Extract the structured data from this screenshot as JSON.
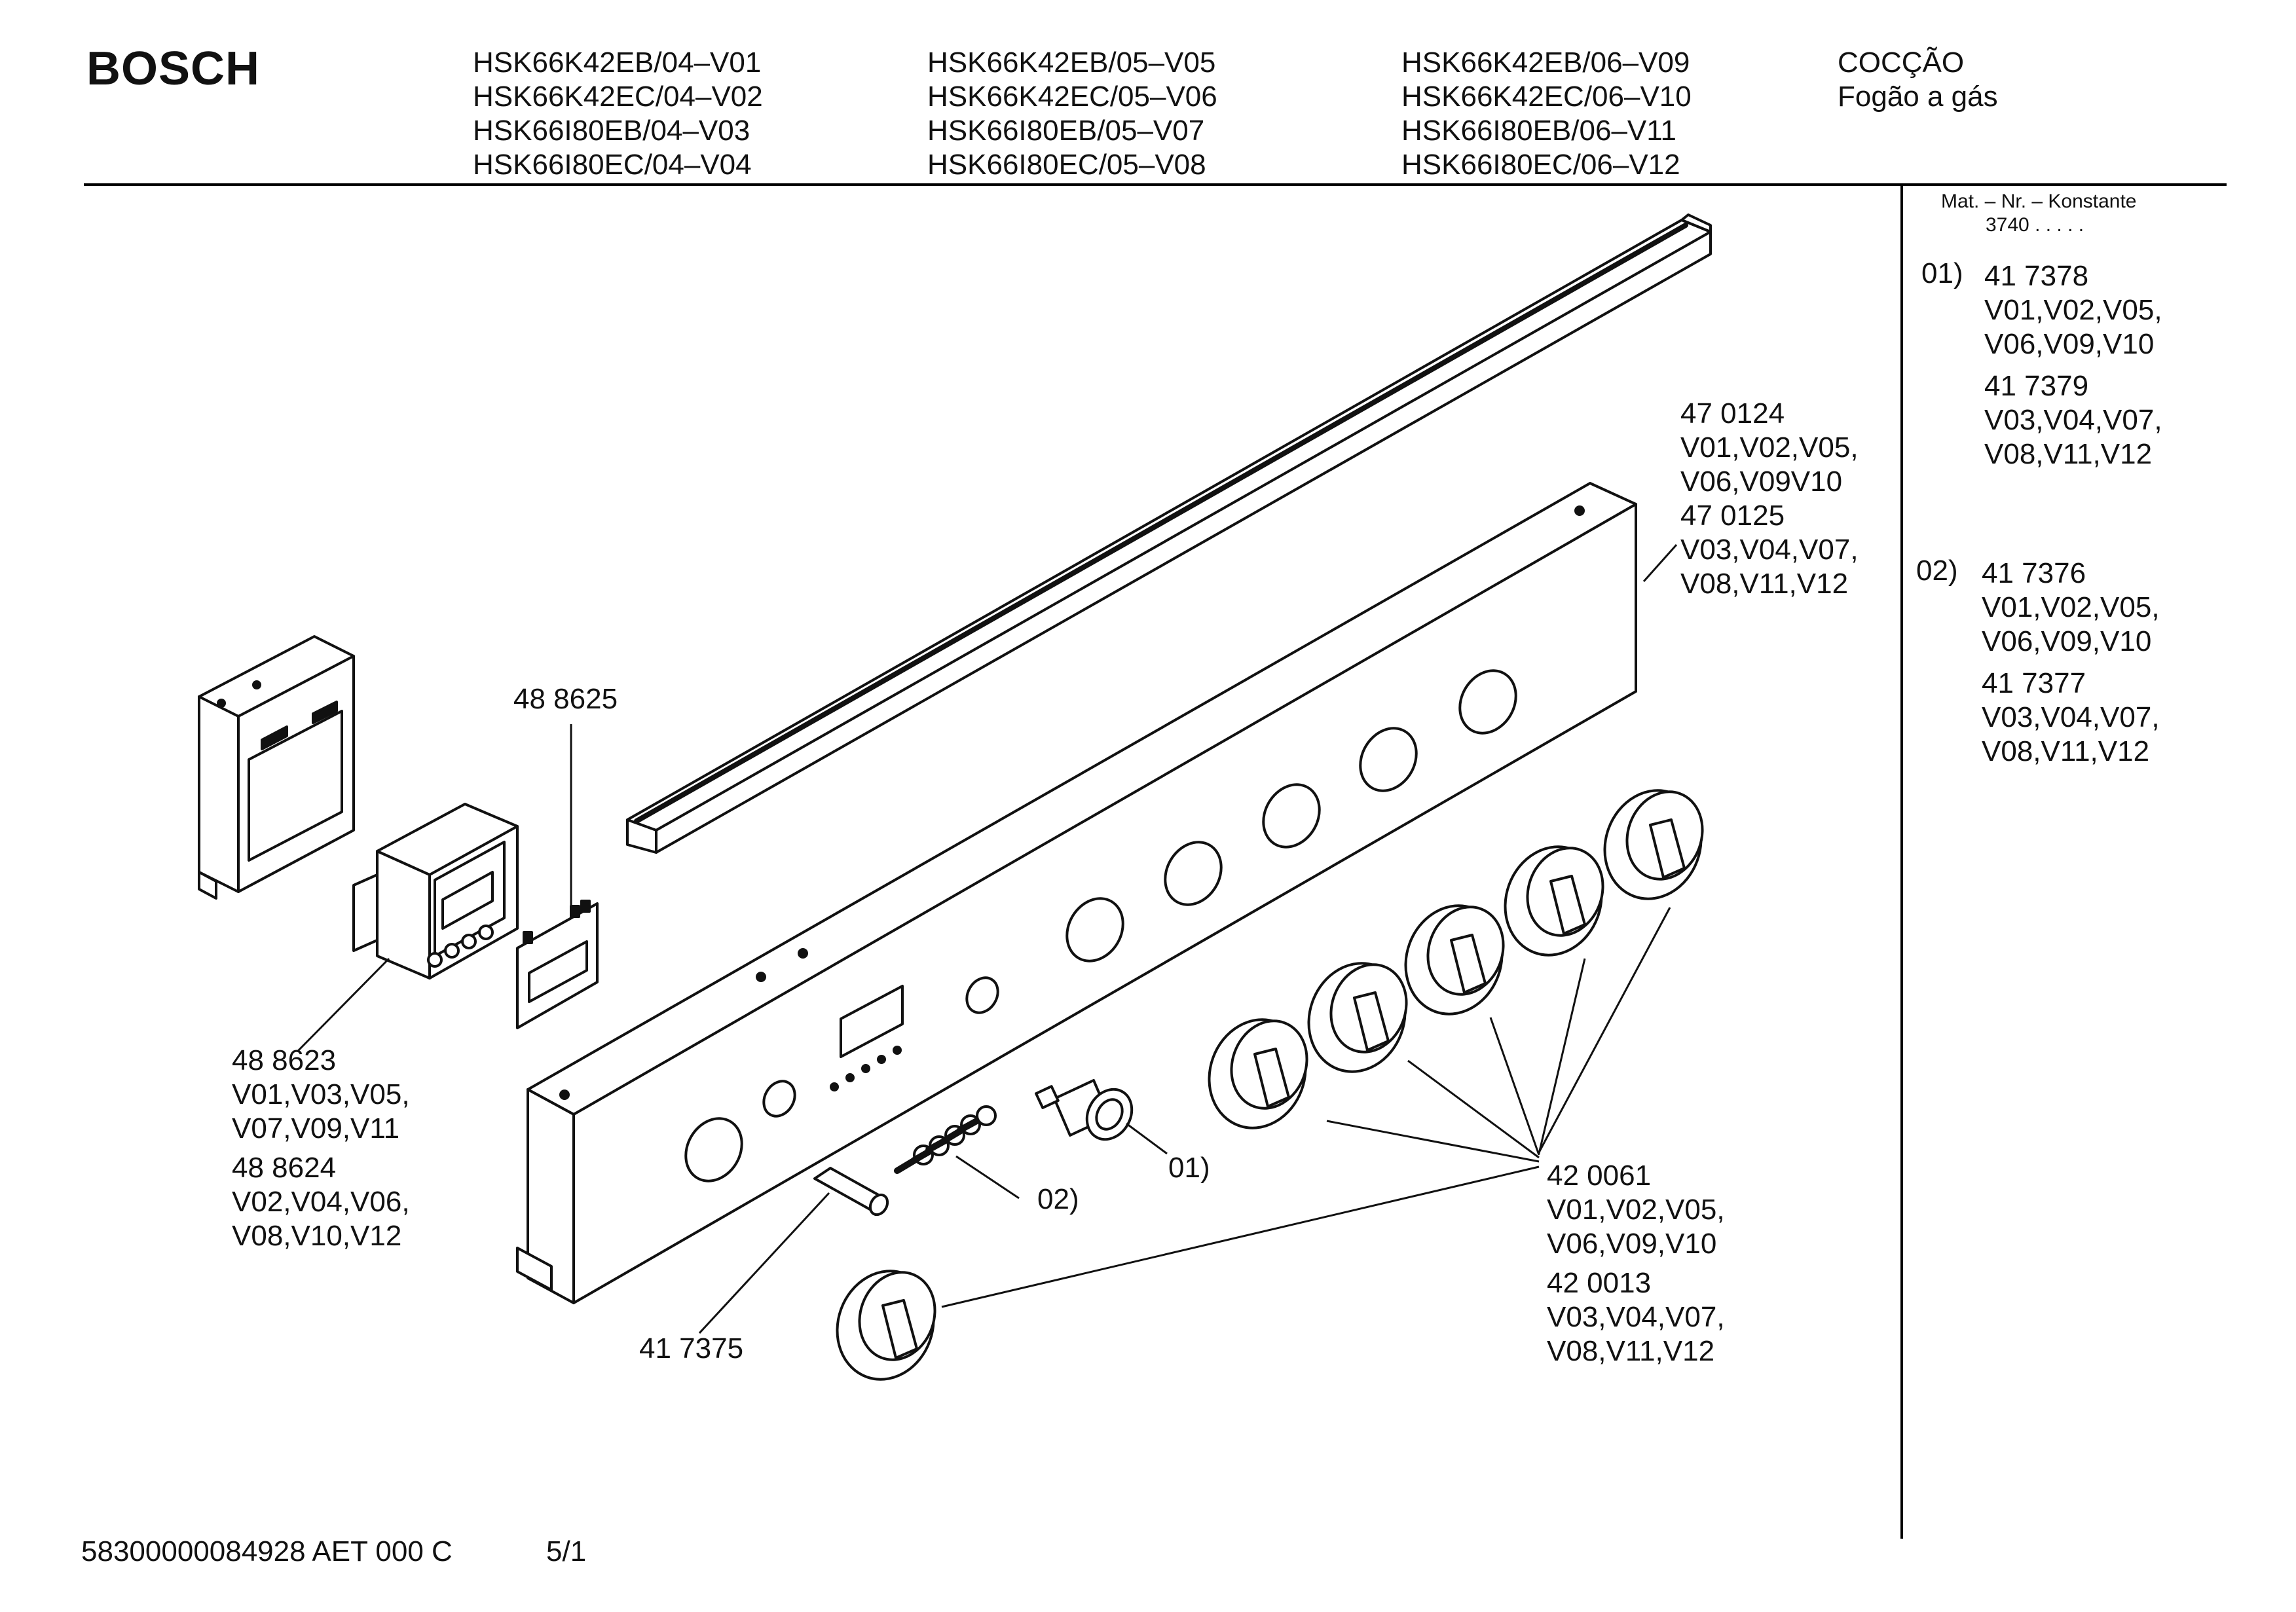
{
  "header": {
    "brand": "BOSCH",
    "model_columns": [
      [
        "HSK66K42EB/04–V01",
        "HSK66K42EC/04–V02",
        "HSK66I80EB/04–V03",
        "HSK66I80EC/04–V04"
      ],
      [
        "HSK66K42EB/05–V05",
        "HSK66K42EC/05–V06",
        "HSK66I80EB/05–V07",
        "HSK66I80EC/05–V08"
      ],
      [
        "HSK66K42EB/06–V09",
        "HSK66K42EC/06–V10",
        "HSK66I80EB/06–V11",
        "HSK66I80EC/06–V12"
      ]
    ],
    "category": [
      "COCÇÃO",
      "Fogão a gás"
    ]
  },
  "side_panel": {
    "header_line1": "Mat. – Nr. – Konstante",
    "header_line2": "3740 .  .  .  .  .",
    "groups": [
      {
        "number": "01)",
        "entries": [
          [
            "41 7378",
            "V01,V02,V05,",
            "V06,V09,V10"
          ],
          [
            "41 7379",
            "V03,V04,V07,",
            "V08,V11,V12"
          ]
        ]
      },
      {
        "number": "02)",
        "entries": [
          [
            "41 7376",
            "V01,V02,V05,",
            "V06,V09,V10"
          ],
          [
            "41 7377",
            "V03,V04,V07,",
            "V08,V11,V12"
          ]
        ]
      }
    ]
  },
  "callouts": {
    "panel": [
      "47 0124",
      "V01,V02,V05,",
      "V06,V09V10",
      "47 0125",
      "V03,V04,V07,",
      "V08,V11,V12"
    ],
    "board": [
      "48 8625"
    ],
    "clock": [
      "48 8623",
      "V01,V03,V05,",
      "V07,V09,V11",
      "48 8624",
      "V02,V04,V06,",
      "V08,V10,V12"
    ],
    "knobs": [
      "42 0061",
      "V01,V02,V05,",
      "V06,V09,V10",
      "42 0013",
      "V03,V04,V07,",
      "V08,V11,V12"
    ],
    "rod": [
      "41 7375"
    ],
    "ref01": "01)",
    "ref02": "02)"
  },
  "footer": {
    "doc_number": "58300000084928 AET 000 C",
    "page": "5/1"
  }
}
